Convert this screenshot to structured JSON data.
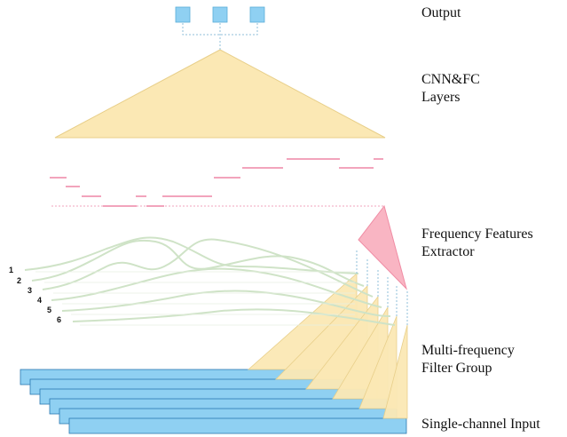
{
  "labels": {
    "output": "Output",
    "cnn_line1": "CNN&FC",
    "cnn_line2": "Layers",
    "extractor_line1": "Frequency Features",
    "extractor_line2": "Extractor",
    "filter_line1": "Multi-frequency",
    "filter_line2": "Filter Group",
    "input": "Single-channel Input"
  },
  "wave_numbers": [
    "1",
    "2",
    "3",
    "4",
    "5",
    "6"
  ],
  "colors": {
    "output_box": "#8fd0f2",
    "triangle": "#fbe8b4",
    "triangle_stroke": "#e8cf8a",
    "input_bar": "#8fd0f2",
    "input_stroke": "#2a78b0",
    "feature": "#f2a4bc",
    "extractor": "#f9b5c3",
    "wave": "#cfe3c7",
    "dash": "#8fbfd9"
  }
}
